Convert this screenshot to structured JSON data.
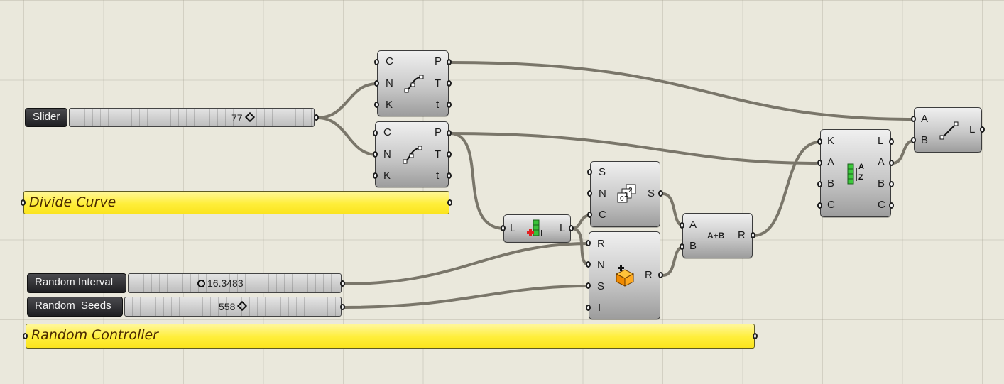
{
  "canvas": {
    "background": "#eae8dc",
    "wire_color": "#7a766a"
  },
  "sliders": [
    {
      "id": "slider",
      "label": "Slider",
      "value": "77",
      "grip": "diamond"
    },
    {
      "id": "random-interval",
      "label": "Random Interval",
      "value": "16.3483",
      "grip": "circle"
    },
    {
      "id": "random-seeds",
      "label": "Random  Seeds",
      "value": "558",
      "grip": "diamond"
    }
  ],
  "panels": [
    {
      "id": "divide-curve",
      "text": "Divide Curve"
    },
    {
      "id": "random-controller",
      "text": "Random Controller"
    }
  ],
  "components": {
    "divide_curve_1": {
      "inputs": [
        "C",
        "N",
        "K"
      ],
      "outputs": [
        "P",
        "T",
        "t"
      ],
      "icon": "divide-curve-icon"
    },
    "divide_curve_2": {
      "inputs": [
        "C",
        "N",
        "K"
      ],
      "outputs": [
        "P",
        "T",
        "t"
      ],
      "icon": "divide-curve-icon"
    },
    "list_length": {
      "inputs": [
        "L"
      ],
      "outputs": [
        "L"
      ],
      "icon": "list-length-icon"
    },
    "series": {
      "inputs": [
        "S",
        "N",
        "C"
      ],
      "outputs": [
        "S"
      ],
      "icon": "series-icon"
    },
    "random": {
      "inputs": [
        "R",
        "N",
        "S",
        "I"
      ],
      "outputs": [
        "R"
      ],
      "icon": "random-dice-icon"
    },
    "addition": {
      "inputs": [
        "A",
        "B"
      ],
      "outputs": [
        "R"
      ],
      "icon_text": "A+B"
    },
    "list_item": {
      "inputs": [
        "K",
        "A",
        "B",
        "C"
      ],
      "outputs": [
        "L",
        "A",
        "B",
        "C"
      ],
      "icon": "sort-list-icon",
      "icon_text_top": "A",
      "icon_text_bottom": "Z"
    },
    "line": {
      "inputs": [
        "A",
        "B"
      ],
      "outputs": [
        "L"
      ],
      "icon": "line-icon"
    }
  }
}
